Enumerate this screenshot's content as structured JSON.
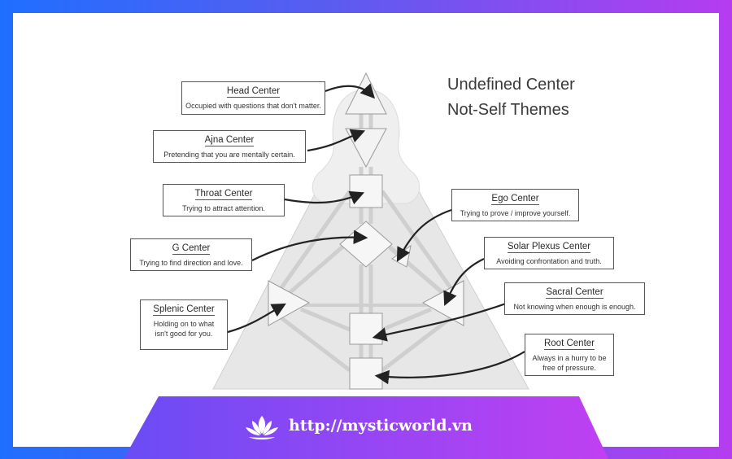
{
  "diagram": {
    "heading": {
      "line1": "Undefined Center",
      "line2": "Not-Self Themes"
    },
    "centers": [
      {
        "key": "head",
        "title": "Head Center",
        "desc": "Occupied with questions that don't matter."
      },
      {
        "key": "ajna",
        "title": "Ajna Center",
        "desc": "Pretending that you are mentally certain."
      },
      {
        "key": "throat",
        "title": "Throat Center",
        "desc": "Trying to attract attention."
      },
      {
        "key": "g",
        "title": "G Center",
        "desc": "Trying to find direction and love."
      },
      {
        "key": "splenic",
        "title": "Splenic Center",
        "desc": "Holding on to what isn't good for you."
      },
      {
        "key": "ego",
        "title": "Ego Center",
        "desc": "Trying to prove / improve yourself."
      },
      {
        "key": "solar",
        "title": "Solar Plexus Center",
        "desc": "Avoiding confrontation and truth."
      },
      {
        "key": "sacral",
        "title": "Sacral Center",
        "desc": "Not knowing when enough is enough."
      },
      {
        "key": "root",
        "title": "Root Center",
        "desc": "Always in a hurry to be free of pressure."
      }
    ]
  },
  "footer": {
    "url": "http://mysticworld.vn",
    "logo_icon": "lotus-icon"
  },
  "colors": {
    "gradient_start": "#1f6fff",
    "gradient_end": "#b63cf0",
    "footer_start": "#6a4cf5",
    "footer_end": "#c040f2"
  }
}
